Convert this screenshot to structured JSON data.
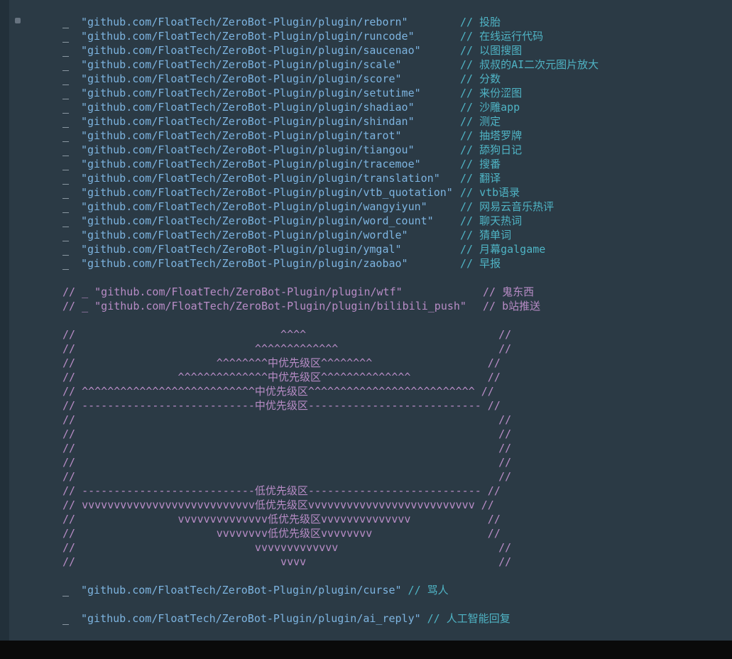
{
  "theme": {
    "background": "#2b3a45",
    "gutter": "#22303a",
    "bottom_bar": "#0a0a0a",
    "blank_identifier_color": "#c7d3dc",
    "string_color": "#7db4e0",
    "comment_color": "#4fb4c5",
    "disabled_comment_color": "#b88cc6"
  },
  "code": {
    "active_imports": [
      {
        "prefix": "_",
        "path": "\"github.com/FloatTech/ZeroBot-Plugin/plugin/reborn\"",
        "comment": "// 投胎"
      },
      {
        "prefix": "_",
        "path": "\"github.com/FloatTech/ZeroBot-Plugin/plugin/runcode\"",
        "comment": "// 在线运行代码"
      },
      {
        "prefix": "_",
        "path": "\"github.com/FloatTech/ZeroBot-Plugin/plugin/saucenao\"",
        "comment": "// 以图搜图"
      },
      {
        "prefix": "_",
        "path": "\"github.com/FloatTech/ZeroBot-Plugin/plugin/scale\"",
        "comment": "// 叔叔的AI二次元图片放大"
      },
      {
        "prefix": "_",
        "path": "\"github.com/FloatTech/ZeroBot-Plugin/plugin/score\"",
        "comment": "// 分数"
      },
      {
        "prefix": "_",
        "path": "\"github.com/FloatTech/ZeroBot-Plugin/plugin/setutime\"",
        "comment": "// 来份涩图"
      },
      {
        "prefix": "_",
        "path": "\"github.com/FloatTech/ZeroBot-Plugin/plugin/shadiao\"",
        "comment": "// 沙雕app"
      },
      {
        "prefix": "_",
        "path": "\"github.com/FloatTech/ZeroBot-Plugin/plugin/shindan\"",
        "comment": "// 测定"
      },
      {
        "prefix": "_",
        "path": "\"github.com/FloatTech/ZeroBot-Plugin/plugin/tarot\"",
        "comment": "// 抽塔罗牌"
      },
      {
        "prefix": "_",
        "path": "\"github.com/FloatTech/ZeroBot-Plugin/plugin/tiangou\"",
        "comment": "// 舔狗日记"
      },
      {
        "prefix": "_",
        "path": "\"github.com/FloatTech/ZeroBot-Plugin/plugin/tracemoe\"",
        "comment": "// 搜番"
      },
      {
        "prefix": "_",
        "path": "\"github.com/FloatTech/ZeroBot-Plugin/plugin/translation\"",
        "comment": "// 翻译"
      },
      {
        "prefix": "_",
        "path": "\"github.com/FloatTech/ZeroBot-Plugin/plugin/vtb_quotation\"",
        "comment": "// vtb语录"
      },
      {
        "prefix": "_",
        "path": "\"github.com/FloatTech/ZeroBot-Plugin/plugin/wangyiyun\"",
        "comment": "// 网易云音乐热评"
      },
      {
        "prefix": "_",
        "path": "\"github.com/FloatTech/ZeroBot-Plugin/plugin/word_count\"",
        "comment": "// 聊天热词"
      },
      {
        "prefix": "_",
        "path": "\"github.com/FloatTech/ZeroBot-Plugin/plugin/wordle\"",
        "comment": "// 猜单词"
      },
      {
        "prefix": "_",
        "path": "\"github.com/FloatTech/ZeroBot-Plugin/plugin/ymgal\"",
        "comment": "// 月幕galgame"
      },
      {
        "prefix": "_",
        "path": "\"github.com/FloatTech/ZeroBot-Plugin/plugin/zaobao\"",
        "comment": "// 早报"
      }
    ],
    "disabled_imports": [
      {
        "code": "// _ \"github.com/FloatTech/ZeroBot-Plugin/plugin/wtf\"",
        "comment": "// 鬼东西"
      },
      {
        "code": "// _ \"github.com/FloatTech/ZeroBot-Plugin/plugin/bilibili_push\"",
        "comment": "// b站推送"
      }
    ],
    "ascii_art": [
      "//                                ^^^^                              //",
      "//                            ^^^^^^^^^^^^^                         //",
      "//                      ^^^^^^^^中优先级区^^^^^^^^                  //",
      "//                ^^^^^^^^^^^^^^中优先级区^^^^^^^^^^^^^^            //",
      "// ^^^^^^^^^^^^^^^^^^^^^^^^^^^中优先级区^^^^^^^^^^^^^^^^^^^^^^^^^^ //",
      "// ---------------------------中优先级区--------------------------- //",
      "//                                                                  //",
      "//                                                                  //",
      "//                                                                  //",
      "//                                                                  //",
      "//                                                                  //",
      "// ---------------------------低优先级区--------------------------- //",
      "// vvvvvvvvvvvvvvvvvvvvvvvvvvv低优先级区vvvvvvvvvvvvvvvvvvvvvvvvvv //",
      "//                vvvvvvvvvvvvvv低优先级区vvvvvvvvvvvvvv            //",
      "//                      vvvvvvvv低优先级区vvvvvvvv                  //",
      "//                            vvvvvvvvvvvvv                         //",
      "//                                vvvv                              //"
    ],
    "tail_imports": [
      {
        "prefix": "_",
        "path": "\"github.com/FloatTech/ZeroBot-Plugin/plugin/curse\"",
        "comment": "// 骂人"
      },
      {
        "prefix": "_",
        "path": "\"github.com/FloatTech/ZeroBot-Plugin/plugin/ai_reply\"",
        "comment": "// 人工智能回复"
      }
    ]
  }
}
